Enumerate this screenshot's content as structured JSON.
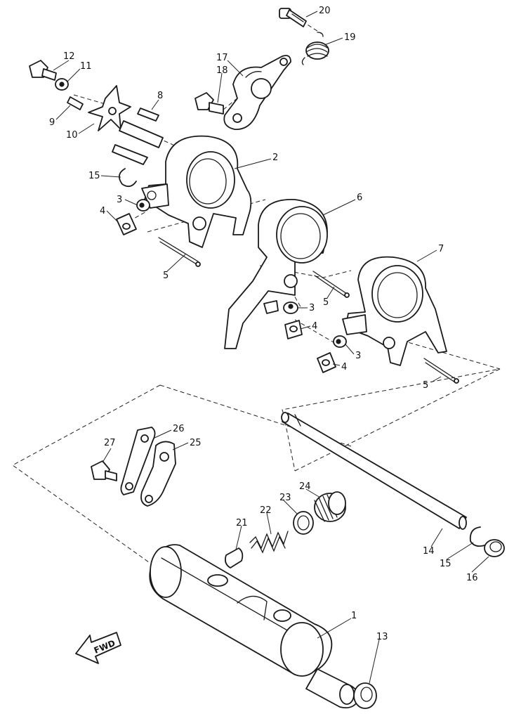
{
  "callouts": [
    {
      "id": "c20",
      "label": "20"
    },
    {
      "id": "c19",
      "label": "19"
    },
    {
      "id": "c17",
      "label": "17"
    },
    {
      "id": "c18",
      "label": "18"
    },
    {
      "id": "c12",
      "label": "12"
    },
    {
      "id": "c11",
      "label": "11"
    },
    {
      "id": "c8",
      "label": "8"
    },
    {
      "id": "c9",
      "label": "9"
    },
    {
      "id": "c10",
      "label": "10"
    },
    {
      "id": "c2",
      "label": "2"
    },
    {
      "id": "c15a",
      "label": "15"
    },
    {
      "id": "c3a",
      "label": "3"
    },
    {
      "id": "c4a",
      "label": "4"
    },
    {
      "id": "c6",
      "label": "6"
    },
    {
      "id": "c5a",
      "label": "5"
    },
    {
      "id": "c7",
      "label": "7"
    },
    {
      "id": "c5b",
      "label": "5"
    },
    {
      "id": "c3b",
      "label": "3"
    },
    {
      "id": "c4b",
      "label": "4"
    },
    {
      "id": "c3c",
      "label": "3"
    },
    {
      "id": "c4c",
      "label": "4"
    },
    {
      "id": "c5c",
      "label": "5"
    },
    {
      "id": "c26",
      "label": "26"
    },
    {
      "id": "c27",
      "label": "27"
    },
    {
      "id": "c25",
      "label": "25"
    },
    {
      "id": "c24",
      "label": "24"
    },
    {
      "id": "c23",
      "label": "23"
    },
    {
      "id": "c22",
      "label": "22"
    },
    {
      "id": "c21",
      "label": "21"
    },
    {
      "id": "c14",
      "label": "14"
    },
    {
      "id": "c15b",
      "label": "15"
    },
    {
      "id": "c16",
      "label": "16"
    },
    {
      "id": "c1",
      "label": "1"
    },
    {
      "id": "c13",
      "label": "13"
    }
  ],
  "fwd_label": "FWD"
}
